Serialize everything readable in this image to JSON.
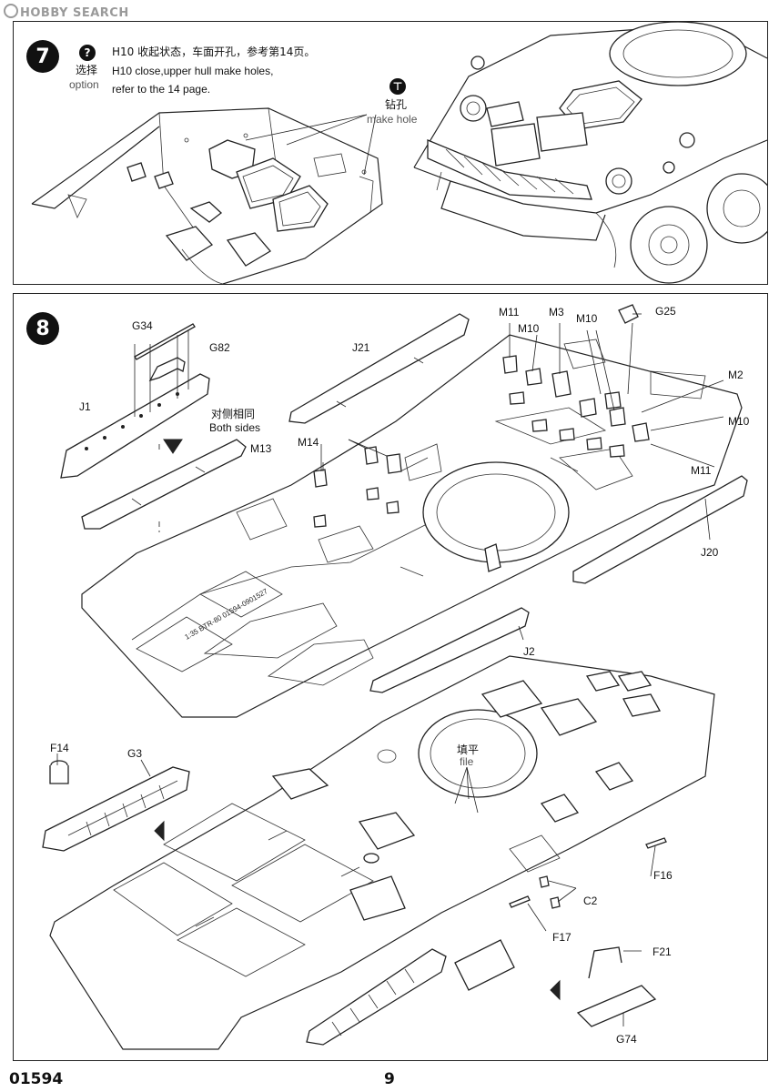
{
  "watermark": {
    "text": "HOBBY SEARCH"
  },
  "step7": {
    "number": "7",
    "option_icon": "?",
    "option_zh": "选择",
    "option_en": "option",
    "instr_zh": "H10 收起状态，车面开孔，参考第14页。",
    "instr_en_1": "H10 close,upper hull make holes,",
    "instr_en_2": "refer to the 14 page.",
    "drill_icon": "drill-icon",
    "drill_zh": "钻孔",
    "drill_en": "make hole"
  },
  "step8": {
    "number": "8",
    "both_sides_zh": "对侧相同",
    "both_sides_en": "Both sides",
    "file_zh": "填平",
    "file_en": "file",
    "hull_text": "1:35  BTR-80  01594-0901527",
    "labels": {
      "G34": "G34",
      "G82": "G82",
      "J1": "J1",
      "J21": "J21",
      "M11a": "M11",
      "M10a": "M10",
      "M3": "M3",
      "M10b": "M10",
      "G25": "G25",
      "M2": "M2",
      "M10c": "M10",
      "M11b": "M11",
      "M13": "M13",
      "M14": "M14",
      "J20": "J20",
      "J2": "J2",
      "F14": "F14",
      "G3": "G3",
      "F16": "F16",
      "C2": "C2",
      "F17": "F17",
      "F21": "F21",
      "G74": "G74"
    }
  },
  "footer": {
    "code": "01594",
    "page": "9"
  }
}
